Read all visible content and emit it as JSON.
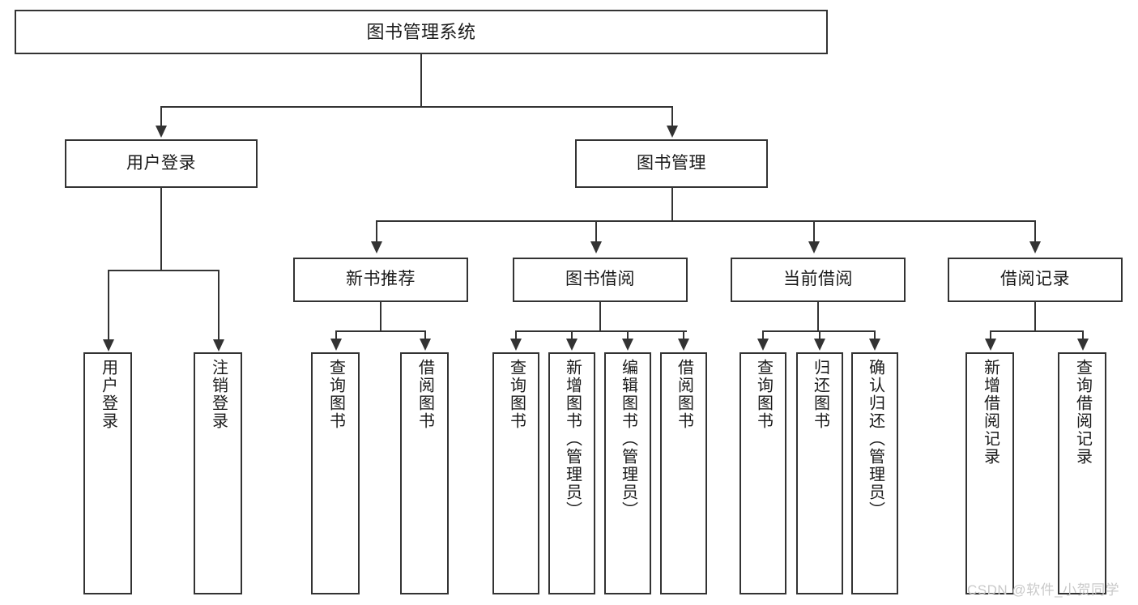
{
  "diagram": {
    "title": "图书管理系统",
    "type": "hierarchy-tree",
    "levels": {
      "root": {
        "label": "图书管理系统"
      },
      "level2": [
        {
          "label": "用户登录"
        },
        {
          "label": "图书管理"
        }
      ],
      "level3": [
        {
          "label": "新书推荐"
        },
        {
          "label": "图书借阅"
        },
        {
          "label": "当前借阅"
        },
        {
          "label": "借阅记录"
        }
      ],
      "leaves_user_login": [
        {
          "label": "用户登录"
        },
        {
          "label": "注销登录"
        }
      ],
      "leaves_new_book": [
        {
          "label": "查询图书"
        },
        {
          "label": "借阅图书"
        }
      ],
      "leaves_borrow": [
        {
          "label": "查询图书"
        },
        {
          "label": "新增图书（管理员）"
        },
        {
          "label": "编辑图书（管理员）"
        },
        {
          "label": "借阅图书"
        }
      ],
      "leaves_current": [
        {
          "label": "查询图书"
        },
        {
          "label": "归还图书"
        },
        {
          "label": "确认归还（管理员）"
        }
      ],
      "leaves_records": [
        {
          "label": "新增借阅记录"
        },
        {
          "label": "查询借阅记录"
        }
      ]
    }
  },
  "watermark": {
    "text": "CSDN @软件_小贺同学"
  },
  "colors": {
    "stroke": "#333333",
    "fill": "#ffffff",
    "text": "#1a1a1a",
    "watermark": "#c9c9c9"
  }
}
